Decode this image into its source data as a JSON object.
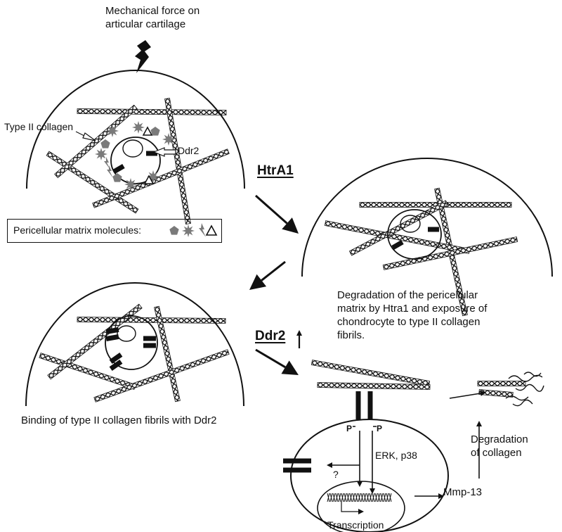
{
  "labels": {
    "force": "Mechanical force on\narticular cartilage",
    "type2": "Type II collagen",
    "ddr2_top": "Ddr2",
    "legend": "Pericellular matrix molecules:",
    "htra1": "HtrA1",
    "ddr2_up": "Ddr2",
    "degradation_caption": "Degradation of the pericellular\nmatrix by Htra1 and exposure of\nchondrocyte to type II collagen\nfibrils.",
    "binding_caption": "Binding of type II collagen fibrils with Ddr2",
    "erk": "ERK, p38",
    "question": "?",
    "transcription": "Transcription",
    "mmp13": "Mmp-13",
    "degradation_collagen": "Degradation\nof collagen",
    "p_left": "P",
    "p_right": "P"
  },
  "colors": {
    "ink": "#111111",
    "matrix": "#7a7a7a"
  }
}
